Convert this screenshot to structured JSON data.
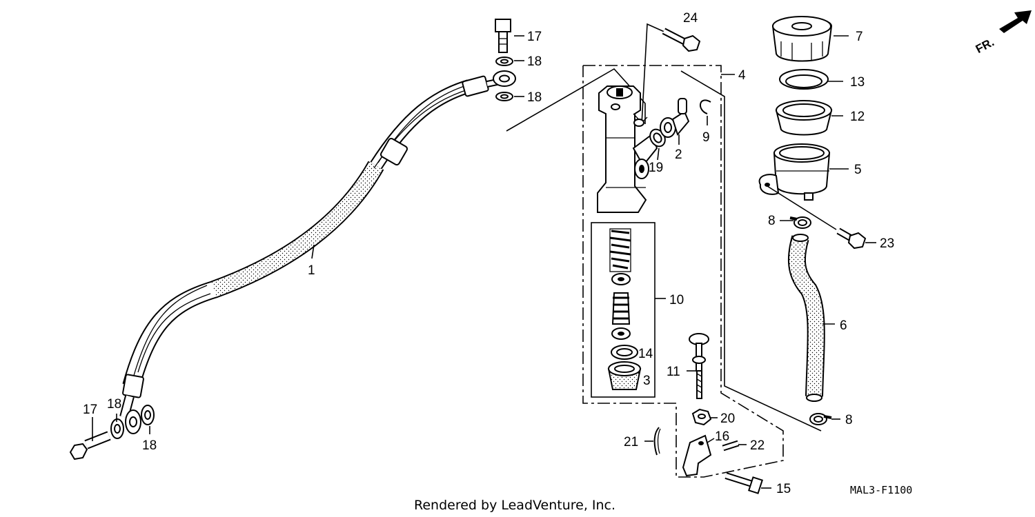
{
  "callouts": {
    "c1": "1",
    "c2": "2",
    "c3": "3",
    "c4": "4",
    "c5": "5",
    "c6": "6",
    "c7": "7",
    "c8a": "8",
    "c8b": "8",
    "c9": "9",
    "c10": "10",
    "c11": "11",
    "c12": "12",
    "c13": "13",
    "c14": "14",
    "c15": "15",
    "c16": "16",
    "c17a": "17",
    "c17b": "17",
    "c18a": "18",
    "c18b": "18",
    "c18c": "18",
    "c18d": "18",
    "c19": "19",
    "c20": "20",
    "c21": "21",
    "c22": "22",
    "c23": "23",
    "c24": "24"
  },
  "direction_label": "FR.",
  "diagram_code": "MAL3-F1100",
  "footer": "Rendered by LeadVenture, Inc."
}
